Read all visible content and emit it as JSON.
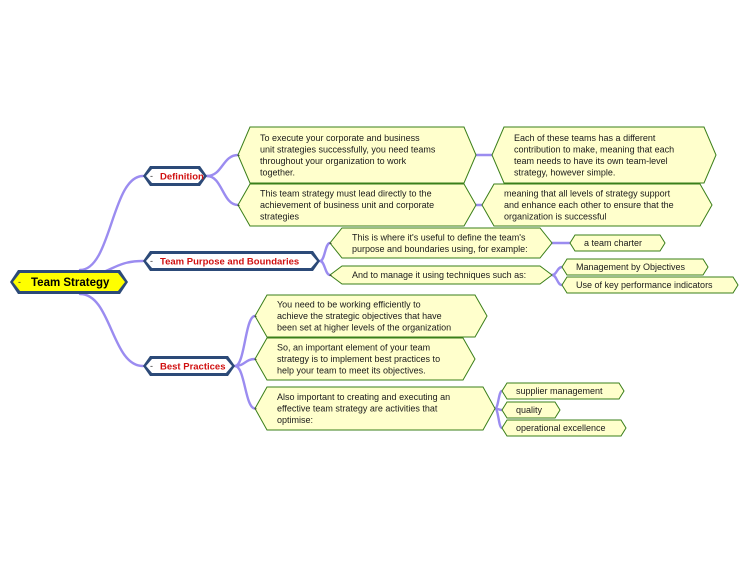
{
  "root": {
    "label": "Team Strategy"
  },
  "branches": [
    {
      "id": "definition",
      "label": "Definition",
      "children": [
        {
          "lines": [
            "To execute your corporate and business",
            "unit strategies successfully, you need teams",
            "throughout your organization to work",
            "together."
          ],
          "children": [
            {
              "lines": [
                "Each of these teams has a different",
                "contribution to make, meaning that each",
                "team needs to have its own team-level",
                "strategy, however simple."
              ]
            }
          ]
        },
        {
          "lines": [
            "This team strategy must lead directly to the",
            "achievement of business unit and corporate",
            "strategies"
          ],
          "children": [
            {
              "lines": [
                "meaning that all levels of strategy support",
                "and enhance each other to ensure that the",
                "organization is successful"
              ]
            }
          ]
        }
      ]
    },
    {
      "id": "purpose",
      "label": "Team Purpose and Boundaries",
      "children": [
        {
          "lines": [
            "This is where it's useful to define the team's",
            "purpose and boundaries using, for example:"
          ],
          "children": [
            {
              "lines": [
                "a team charter"
              ]
            }
          ]
        },
        {
          "lines": [
            "And to manage it using techniques such as:"
          ],
          "children": [
            {
              "lines": [
                "Management by Objectives"
              ]
            },
            {
              "lines": [
                "Use of key performance indicators"
              ]
            }
          ]
        }
      ]
    },
    {
      "id": "practices",
      "label": "Best Practices",
      "children": [
        {
          "lines": [
            "You need to be working efficiently to",
            "achieve the strategic objectives that have",
            "been set at higher levels of the organization"
          ]
        },
        {
          "lines": [
            "So, an important element of your team",
            "strategy is to implement best practices to",
            "help your team to meet its objectives."
          ]
        },
        {
          "lines": [
            "Also important to creating and executing an",
            "effective team strategy are activities that",
            "optimise:"
          ],
          "children": [
            {
              "lines": [
                "supplier management"
              ]
            },
            {
              "lines": [
                "quality"
              ]
            },
            {
              "lines": [
                "operational excellence"
              ]
            }
          ]
        }
      ]
    }
  ],
  "colors": {
    "link": "#9b8cf0",
    "node_fill": "#ffffcc",
    "node_border": "#3a7f1a",
    "branch_border": "#2c4a78",
    "branch_text": "#d01010",
    "root_fill": "#ffff00"
  }
}
